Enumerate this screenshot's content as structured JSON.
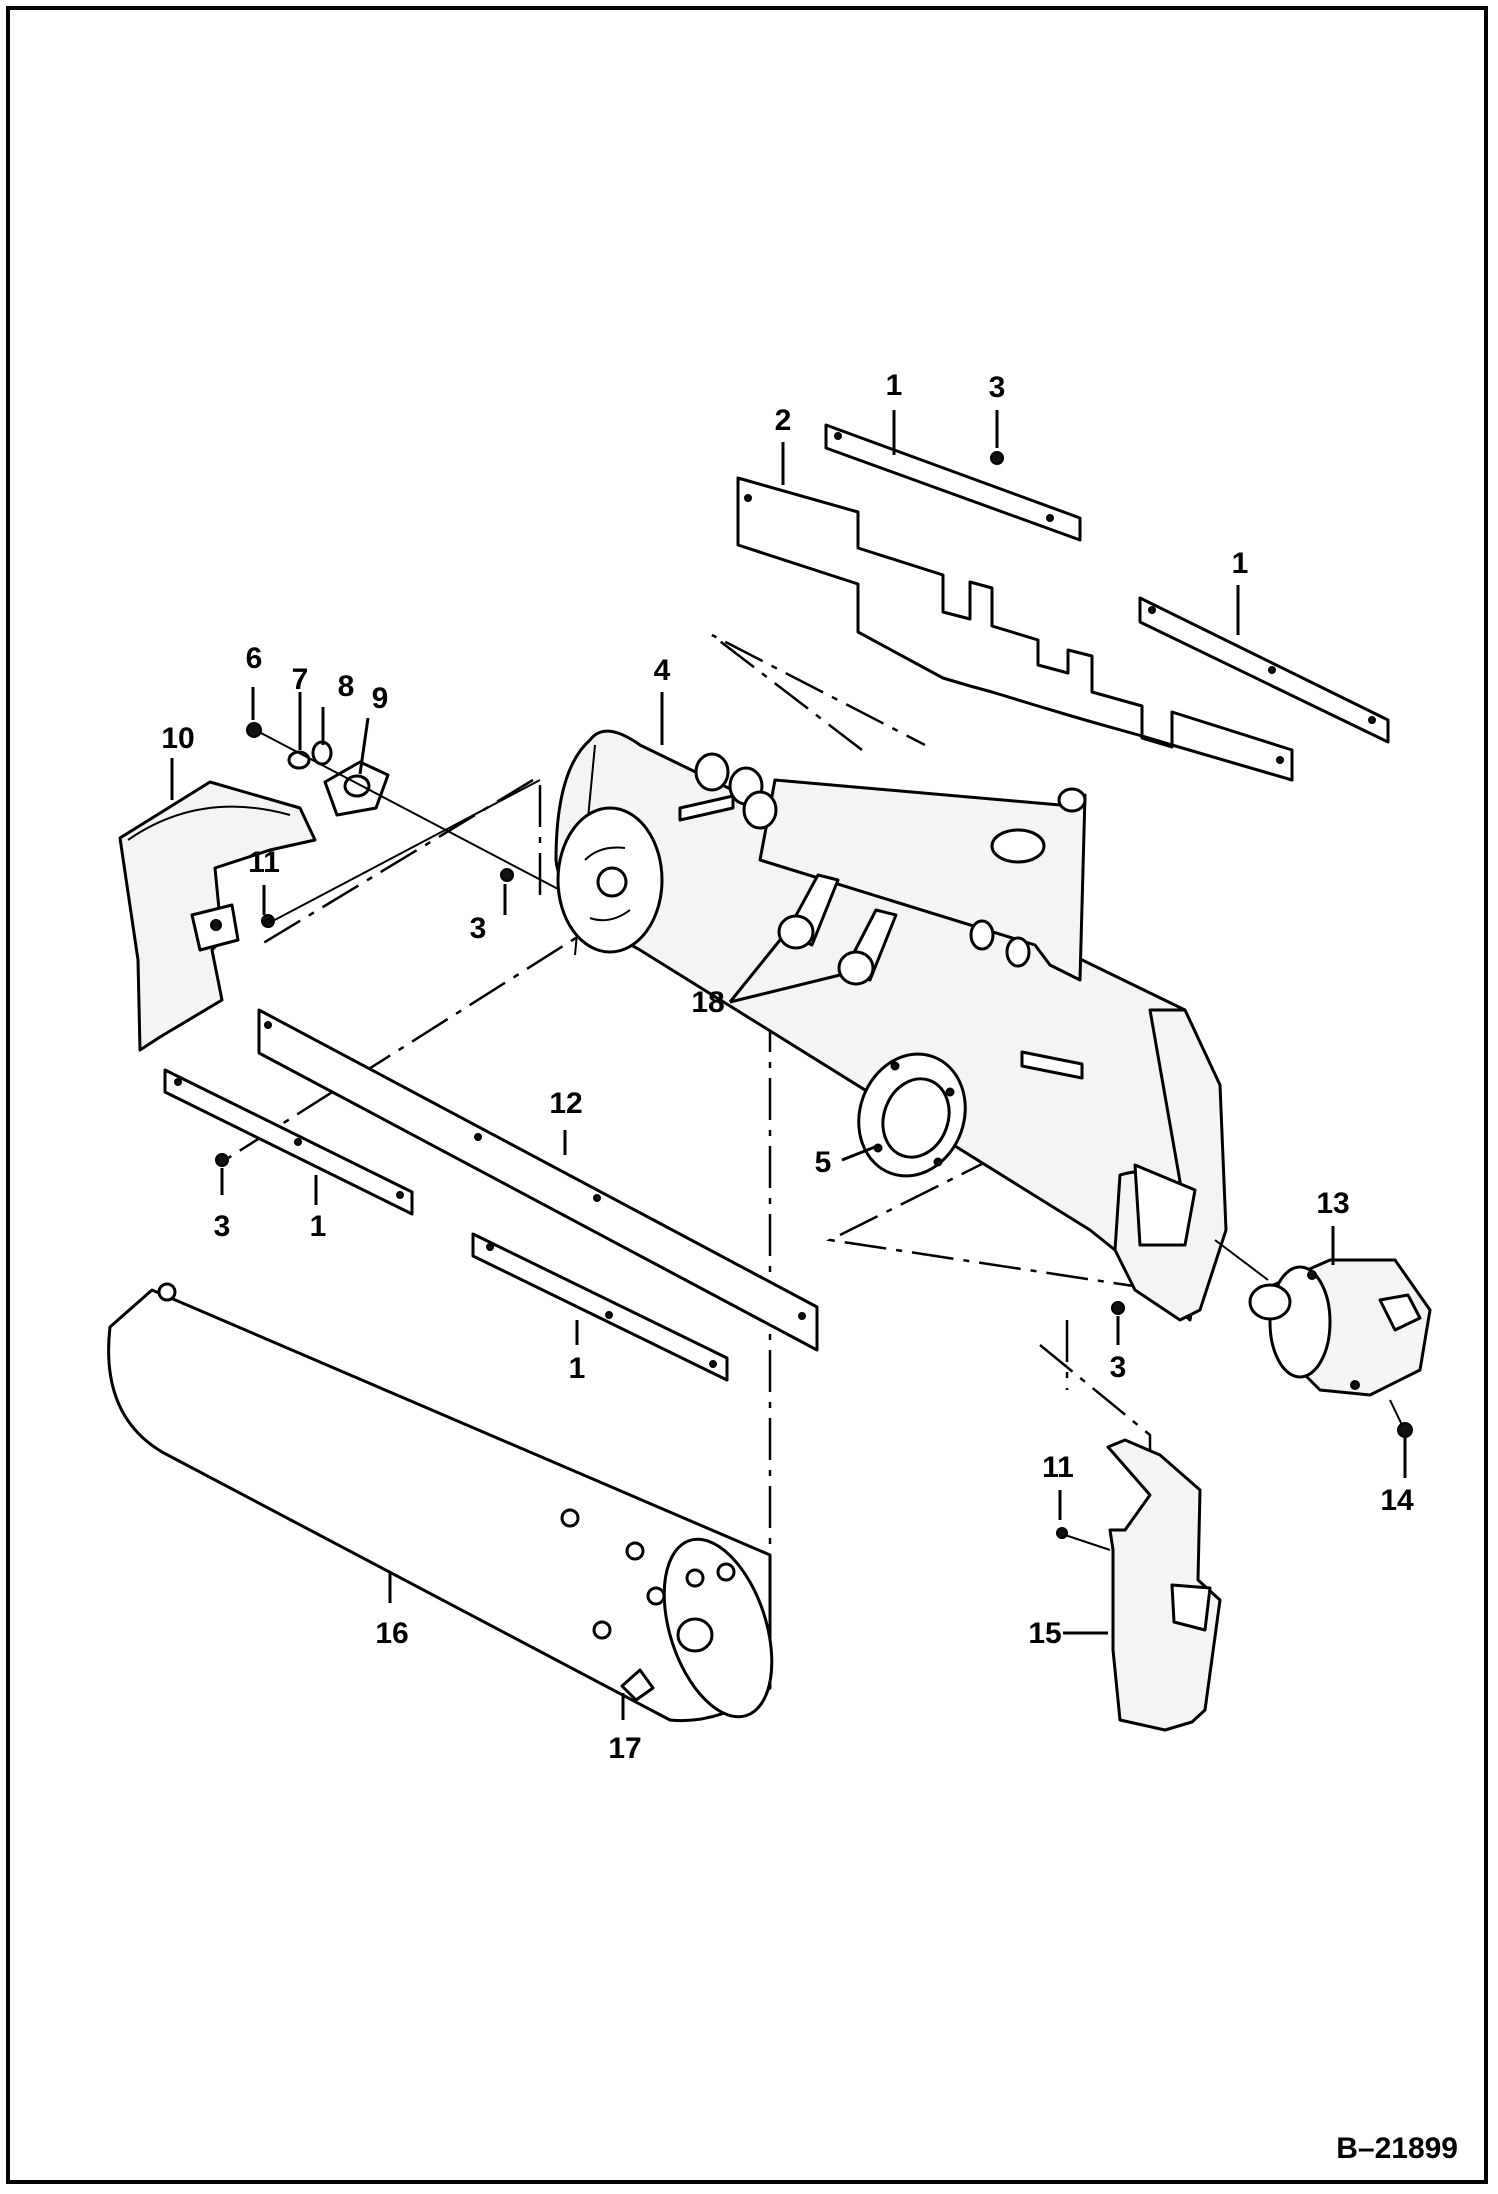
{
  "figure_reference": "B–21899",
  "callouts": [
    {
      "id": "c1a",
      "label": "1"
    },
    {
      "id": "c3a",
      "label": "3"
    },
    {
      "id": "c2",
      "label": "2"
    },
    {
      "id": "c1b",
      "label": "1"
    },
    {
      "id": "c6",
      "label": "6"
    },
    {
      "id": "c7",
      "label": "7"
    },
    {
      "id": "c8",
      "label": "8"
    },
    {
      "id": "c9",
      "label": "9"
    },
    {
      "id": "c4",
      "label": "4"
    },
    {
      "id": "c10",
      "label": "10"
    },
    {
      "id": "c11a",
      "label": "11"
    },
    {
      "id": "c3b",
      "label": "3"
    },
    {
      "id": "c18",
      "label": "18"
    },
    {
      "id": "c12",
      "label": "12"
    },
    {
      "id": "c5",
      "label": "5"
    },
    {
      "id": "c3c",
      "label": "3"
    },
    {
      "id": "c1c",
      "label": "1"
    },
    {
      "id": "c13",
      "label": "13"
    },
    {
      "id": "c1d",
      "label": "1"
    },
    {
      "id": "c3d",
      "label": "3"
    },
    {
      "id": "c11b",
      "label": "11"
    },
    {
      "id": "c14",
      "label": "14"
    },
    {
      "id": "c16",
      "label": "16"
    },
    {
      "id": "c15",
      "label": "15"
    },
    {
      "id": "c17",
      "label": "17"
    }
  ]
}
